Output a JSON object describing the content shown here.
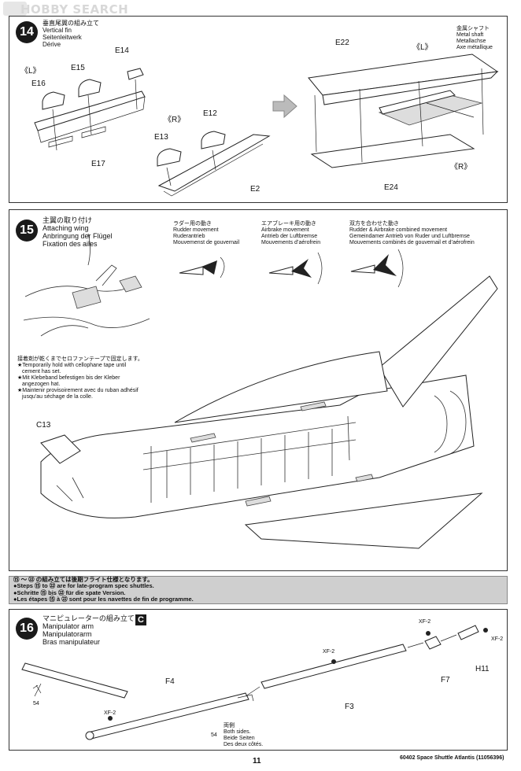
{
  "watermark": "HOBBY SEARCH",
  "step14": {
    "number": "14",
    "title_ja": "垂直尾翼の組み立て",
    "title_en": "Vertical fin",
    "title_de": "Seitenleitwerk",
    "title_fr": "Dérive",
    "labels": {
      "L1": "《L》",
      "E16": "E16",
      "E15": "E15",
      "E14": "E14",
      "E17": "E17",
      "R1": "《R》",
      "E13": "E13",
      "E12": "E12",
      "E2": "E2",
      "E22": "E22",
      "L2": "《L》",
      "R2": "《R》",
      "E24": "E24"
    },
    "metal_shaft": [
      "金属シャフト",
      "Metal shaft",
      "Metallachse",
      "Axe métallique"
    ]
  },
  "step15": {
    "number": "15",
    "title_ja": "主翼の取り付け",
    "title_en": "Attaching wing",
    "title_de": "Anbringung der Flügel",
    "title_fr": "Fixation des ailes",
    "rudder": [
      "ラダー用の動き",
      "Rudder movement",
      "Ruderantrieb",
      "Mouvemenst de gouvernail"
    ],
    "airbrake": [
      "エアブレーキ用の動き",
      "Airbrake movement",
      "Antrieb der Luftbremse",
      "Mouvements d’aérofrein"
    ],
    "combined": [
      "双方を合わせた動き",
      "Rudder & Airbrake combined movement",
      "Gemeindamer Antrieb von Ruder und Luftbremse",
      "Mouvements combinés de gouvernail et d’aérofrein"
    ],
    "tape_note": [
      "接着剤が乾くまでセロファンテープで固定します。",
      "★Temporarily hold with cellophane tape until",
      "cement has set.",
      "★Mit Klebeband befestigen bis der Kleber",
      "angezogen hat.",
      "★Maintenir provisoirement avec du ruban adhésif",
      "jusqu’au séchage de la colle."
    ],
    "label_c13": "C13"
  },
  "note": [
    "⑮ 〜 ㉒ の組み立ては後期フライト仕様となります。",
    "●Steps ⑮ to ㉒ are for late-program spec shuttles.",
    "●Schritte ⑮ bis ㉒ für die spate Version.",
    "●Les étapes ⑮ à ㉒ sont pour les navettes de fin de programme."
  ],
  "step16": {
    "number": "16",
    "title_ja": "マニピュレーターの組み立て",
    "title_en": "Manipulator arm",
    "title_de": "Manipulatorarm",
    "title_fr": "Bras manipulateur",
    "box": "C",
    "labels": {
      "XF2a": "XF-2",
      "XF2b": "XF-2",
      "XF2c": "XF-2",
      "XF2d": "XF-2",
      "F7": "F7",
      "H11": "H11",
      "F4": "F4",
      "F3": "F3",
      "n54a": "54",
      "n54b": "54"
    },
    "both_sides": [
      "両側",
      "Both sides.",
      "Beide Seiten",
      "Des deux côtés."
    ]
  },
  "footer": {
    "page": "11",
    "product": "60402 Space Shuttle Atlantis (11056396)"
  }
}
